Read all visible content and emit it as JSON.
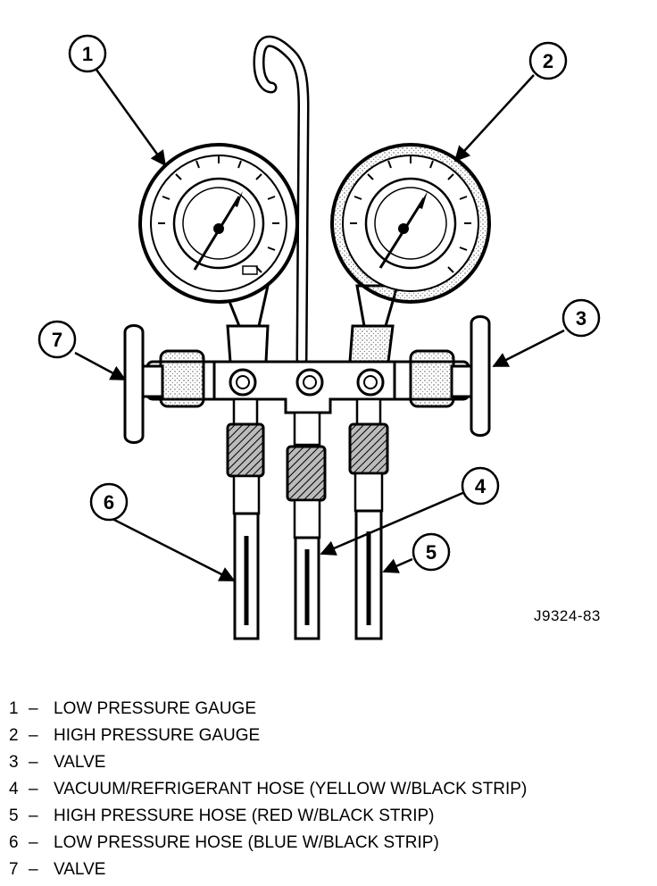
{
  "figure_id": "J9324-83",
  "callouts": [
    "1",
    "2",
    "3",
    "4",
    "5",
    "6",
    "7"
  ],
  "legend": [
    {
      "number": "1",
      "separator": "–",
      "text": "LOW PRESSURE GAUGE"
    },
    {
      "number": "2",
      "separator": "–",
      "text": "HIGH PRESSURE GAUGE"
    },
    {
      "number": "3",
      "separator": "–",
      "text": "VALVE"
    },
    {
      "number": "4",
      "separator": "–",
      "text": "VACUUM/REFRIGERANT HOSE (YELLOW W/BLACK STRIP)"
    },
    {
      "number": "5",
      "separator": "–",
      "text": "HIGH PRESSURE HOSE (RED W/BLACK STRIP)"
    },
    {
      "number": "6",
      "separator": "–",
      "text": "LOW PRESSURE HOSE (BLUE W/BLACK STRIP)"
    },
    {
      "number": "7",
      "separator": "–",
      "text": "VALVE"
    }
  ]
}
